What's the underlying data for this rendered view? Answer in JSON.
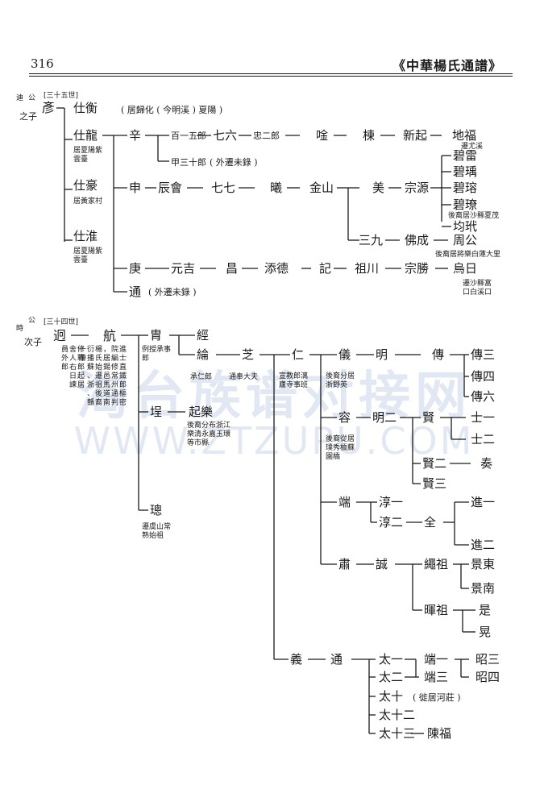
{
  "header": {
    "page_number": "316",
    "book_title": "《中華楊氏通譜》"
  },
  "watermark": {
    "site_name": "淘台族谱对接网",
    "url": "WWW.ZTZUPU.COM"
  },
  "upper": {
    "label": "迪公之子",
    "generation": "[三十五世]",
    "root": "彥",
    "p": {
      "shiheng": "仕衡",
      "shiheng_note": "( 居歸化 ( 今明溪 ) 夏陽 )",
      "shilong": "仕龍",
      "shilong_note": "居夏陽紫雲臺",
      "shihao": "仕豪",
      "shihao_note": "居黃家村",
      "shihuai": "仕淮",
      "shihuai_note": "居夏陽紫雲臺",
      "xin": "辛",
      "shen": "申",
      "geng": "庚",
      "tong": "通",
      "tong_note": "( 外遷未錄 )",
      "baiwulang": "百一五郎",
      "jiasanshilang": "甲三十郎",
      "jiasanshilang_note": "( 外遷未錄 )",
      "qiliu": "七六",
      "zhongerlang": "忠二郎",
      "yan": "唫",
      "dong": "棟",
      "xinqi": "新起",
      "difu": "地福",
      "difu_note": "遷尤溪",
      "chenhui": "辰會",
      "qiqi": "七七",
      "xi": "曦",
      "jinshan": "金山",
      "mei": "美",
      "zongyuan": "宗源",
      "bilei": "碧雷",
      "biyu": "碧瑀",
      "birong": "碧瑢",
      "bixiao": "碧璙",
      "bixiao_note": "後裔居沙縣夏茂",
      "junlin": "均玳",
      "sanjiu": "三九",
      "focheng": "佛成",
      "zhougong": "周公",
      "zhougong_note": "後裔居將樂白蓮大里",
      "yuanji": "元吉",
      "chang": "昌",
      "tiande": "添德",
      "ji": "記",
      "zuchuan": "祖川",
      "zongsheng": "宗勝",
      "wuri": "烏日",
      "wuri_note": "遷沙縣富口白溪口"
    }
  },
  "lower": {
    "label": "時公次子",
    "generation": "[三十四世]",
    "p": {
      "jiong": "迥",
      "jiong_note": "修職郎起居舍人右日諫員外郎",
      "hang": "航",
      "hang_note": "進士直鐵郎樞密院編修常州通判，居錫邑馬道南楊氏始遷祖後裔衍播蘇、浙、贛一帶",
      "zhou": "胄",
      "zhou_note": "例授承事郎",
      "jing": "經",
      "lun": "綸",
      "lun_note": "承仁郎",
      "cheng": "埕",
      "qiyue": "起樂",
      "qiyue_note": "後裔分布浙江樂清永嘉玉環等市縣",
      "cong": "璁",
      "cong_note": "遷虞山常熟始祖",
      "zhi": "芝",
      "zhi_note": "通奉大夫",
      "ren": "仁",
      "ren_note": "宣教郎漓廬寺事班",
      "yi_": "儀",
      "yi_note": "後裔分居浙野英",
      "ming": "明",
      "zhuan": "傳",
      "zhuansan": "傳三",
      "zhuansi": "傳四",
      "zhuanliu": "傳六",
      "rong": "容",
      "rong_note": "後裔從居璞秀橋蘇園橋",
      "minger": "明二",
      "xian": "賢",
      "shiyi": "士一",
      "shier": "士二",
      "xianer": "賢二",
      "zou": "奏",
      "xiansan": "賢三",
      "duan": "端",
      "chunyi": "淳一",
      "chuner": "淳二",
      "quan": "全",
      "jinyi": "進一",
      "jiner": "進二",
      "su": "肅",
      "cheng2": "誠",
      "shengzu": "繩祖",
      "jingdong": "景東",
      "jingnan": "景南",
      "huizu": "暉祖",
      "shi": "是",
      "huang": "晃",
      "yi2": "義",
      "tong2": "通",
      "taiyi": "太一",
      "duanyi": "端一",
      "zhaosan": "昭三",
      "taier": "太二",
      "duansan": "端三",
      "zhaosi": "昭四",
      "taishi": "太十",
      "taishi_note": "( 徙居河莊 )",
      "taishier": "太十二",
      "taishisan": "太十三",
      "chenfu": "陳福"
    }
  }
}
